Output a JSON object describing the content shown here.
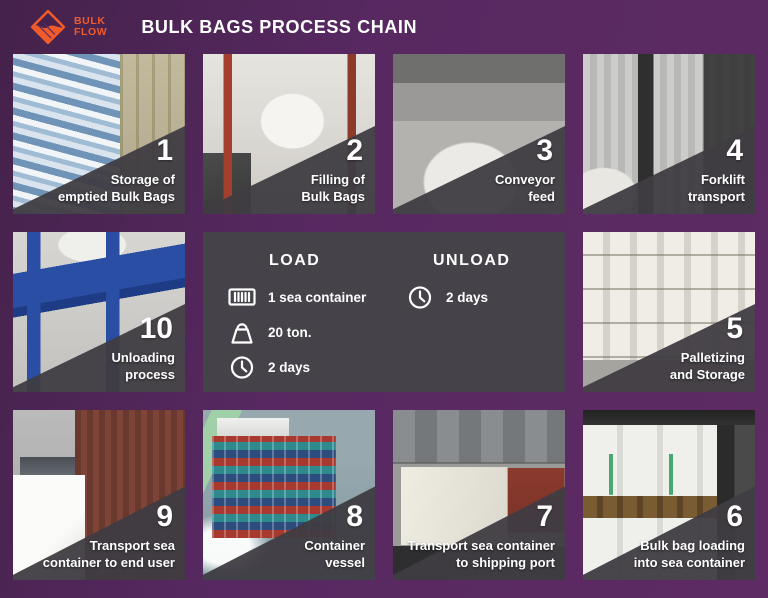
{
  "header": {
    "logo_line1": "BULK",
    "logo_line2": "FLOW",
    "title": "BULK BAGS PROCESS CHAIN"
  },
  "panel": {
    "load": {
      "title": "LOAD",
      "items": [
        {
          "icon": "sea-container-icon",
          "text": "1 sea container"
        },
        {
          "icon": "weight-icon",
          "text": "20 ton."
        },
        {
          "icon": "clock-icon",
          "text": "2 days"
        }
      ]
    },
    "unload": {
      "title": "UNLOAD",
      "items": [
        {
          "icon": "clock-icon",
          "text": "2 days"
        }
      ]
    }
  },
  "tiles": [
    {
      "number": "1",
      "lines": [
        "Storage of",
        "emptied Bulk Bags"
      ]
    },
    {
      "number": "2",
      "lines": [
        "Filling of",
        "Bulk Bags"
      ]
    },
    {
      "number": "3",
      "lines": [
        "Conveyor",
        "feed"
      ]
    },
    {
      "number": "4",
      "lines": [
        "Forklift",
        "transport"
      ]
    },
    {
      "number": "10",
      "lines": [
        "Unloading",
        "process"
      ]
    },
    {
      "number": "5",
      "lines": [
        "Palletizing",
        "and Storage"
      ]
    },
    {
      "number": "9",
      "lines": [
        "Transport sea",
        "container to end user"
      ]
    },
    {
      "number": "8",
      "lines": [
        "Container",
        "vessel"
      ]
    },
    {
      "number": "7",
      "lines": [
        "Transport sea container",
        "to shipping port"
      ]
    },
    {
      "number": "6",
      "lines": [
        "Bulk bag loading",
        "into sea container"
      ]
    }
  ],
  "colors": {
    "background_purple": "#5a2762",
    "accent_orange": "#f15a29",
    "overlay_gray": "#454249",
    "text_white": "#ffffff"
  }
}
